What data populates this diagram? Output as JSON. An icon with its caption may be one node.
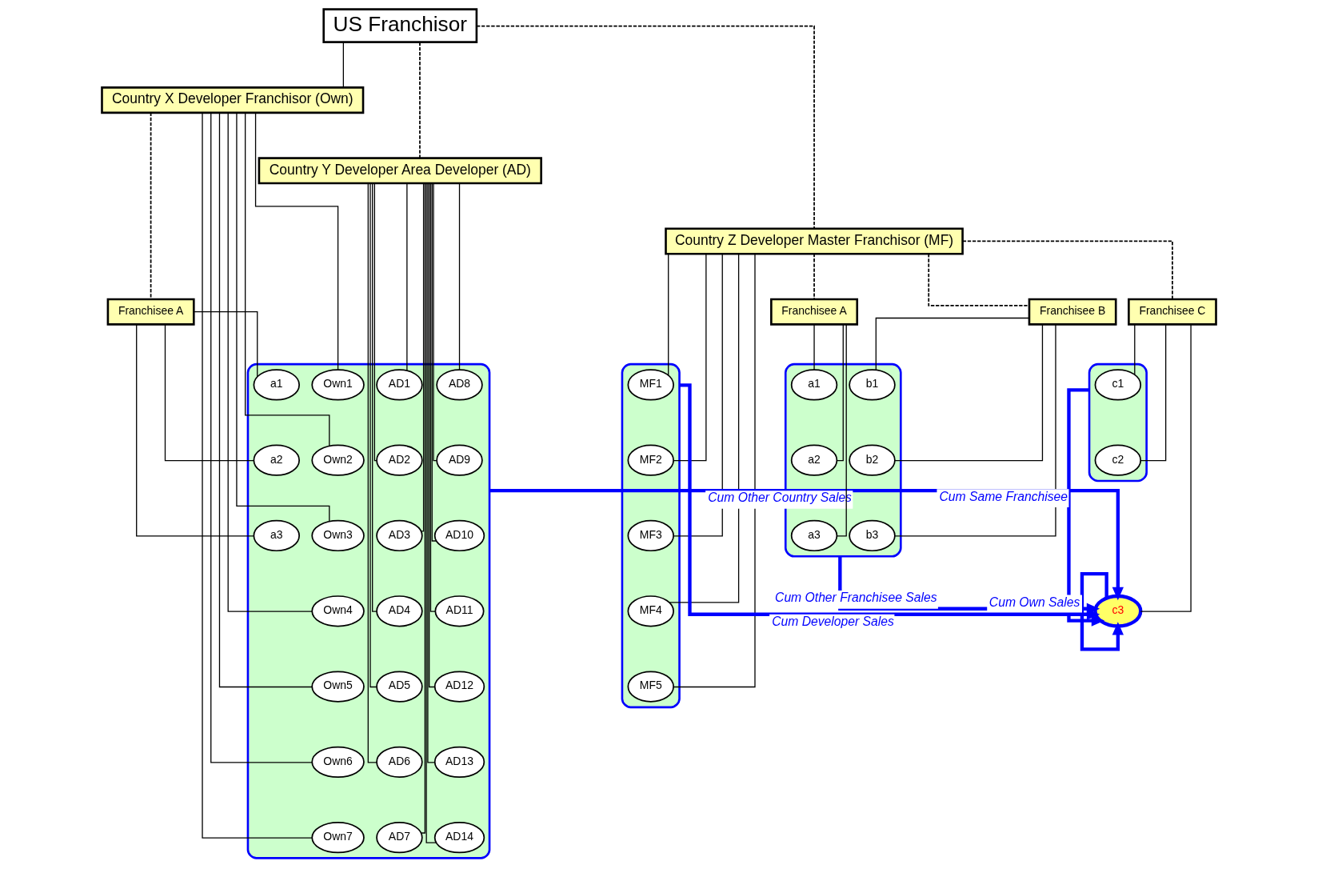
{
  "diagram": {
    "nodes": [
      {
        "text": [
          "US Franchisor"
        ]
      },
      {
        "text": [
          "Country X Developer Franchisor (Own)"
        ]
      },
      {
        "text": [
          "Country Y Developer Area Developer (AD)"
        ]
      },
      {
        "text": [
          "Country Z Developer Master Franchisor (MF)"
        ]
      },
      {
        "text": [
          "Franchisee A"
        ]
      },
      {
        "text": [],
        "shape": "box"
      },
      {
        "text": [
          "Own1"
        ],
        "in": 5
      },
      {
        "text": [
          "Own2"
        ],
        "in": 5
      },
      {
        "text": [
          "Own3"
        ],
        "in": 5
      },
      {
        "text": [
          "Own4"
        ],
        "in": 5
      },
      {
        "text": [
          "Own5"
        ],
        "in": 5
      },
      {
        "text": [
          "Own6"
        ],
        "in": 5
      },
      {
        "text": [
          "Own7"
        ],
        "in": 5
      },
      {
        "text": [
          "a1"
        ],
        "in": 5
      },
      {
        "text": [
          "a2"
        ],
        "in": 5
      },
      {
        "text": [
          "a3"
        ],
        "in": 5
      },
      {
        "text": [
          "AD1"
        ],
        "in": 5
      },
      {
        "text": [
          "AD2"
        ],
        "in": 5
      },
      {
        "text": [
          "AD3"
        ],
        "in": 5
      },
      {
        "text": [
          "AD4"
        ],
        "in": 5
      },
      {
        "text": [
          "AD5"
        ],
        "in": 5
      },
      {
        "text": [
          "AD6"
        ],
        "in": 5
      },
      {
        "text": [
          "AD7"
        ],
        "in": 5
      },
      {
        "text": [
          "AD8"
        ],
        "in": 5
      },
      {
        "text": [
          "AD9"
        ],
        "in": 5
      },
      {
        "text": [
          "AD10"
        ],
        "in": 5
      },
      {
        "text": [
          "AD11"
        ],
        "in": 5
      },
      {
        "text": [
          "AD12"
        ],
        "in": 5
      },
      {
        "text": [
          "AD13"
        ],
        "in": 5
      },
      {
        "text": [
          "AD14"
        ],
        "in": 5
      },
      {
        "text": [
          "Franchisee A"
        ]
      },
      {
        "text": [
          "Franchisee B"
        ]
      },
      {
        "text": [
          "Franchisee C"
        ]
      },
      {
        "text": [],
        "shape": "box"
      },
      {
        "text": [
          "a1"
        ],
        "in": 33
      },
      {
        "text": [
          "a2"
        ],
        "in": 33
      },
      {
        "text": [
          "a3"
        ],
        "in": 33
      },
      {
        "text": [
          "b1"
        ],
        "in": 33
      },
      {
        "text": [
          "b2"
        ],
        "in": 33
      },
      {
        "text": [
          "b3"
        ],
        "in": 33
      },
      {
        "text": [],
        "shape": "box"
      },
      {
        "text": [
          "c1"
        ],
        "in": 40
      },
      {
        "text": [
          "c2"
        ],
        "in": 40
      },
      {
        "text": [
          "c3"
        ]
      },
      {
        "text": [],
        "shape": "box"
      },
      {
        "text": [
          "MF1"
        ],
        "in": 44
      },
      {
        "text": [
          "MF2"
        ],
        "in": 44
      },
      {
        "text": [
          "MF3"
        ],
        "in": 44
      },
      {
        "text": [
          "MF4"
        ],
        "in": 44
      },
      {
        "text": [
          "MF5"
        ],
        "in": 44
      }
    ],
    "edges": [
      {
        "from": 0,
        "to": 1,
        "arrow": "none"
      },
      {
        "from": 0,
        "to": 2,
        "arrow": "none",
        "style": "dashed"
      },
      {
        "from": 0,
        "to": 3,
        "arrow": "none",
        "style": "dashed"
      },
      {
        "from": 1,
        "to": 4,
        "arrow": "none",
        "style": "dashed"
      },
      {
        "from": 1,
        "to": 6,
        "arrow": "none"
      },
      {
        "from": 1,
        "to": 7,
        "arrow": "none"
      },
      {
        "from": 1,
        "to": 8,
        "arrow": "none"
      },
      {
        "from": 1,
        "to": 9,
        "arrow": "none"
      },
      {
        "from": 1,
        "to": 10,
        "arrow": "none"
      },
      {
        "from": 1,
        "to": 11,
        "arrow": "none"
      },
      {
        "from": 1,
        "to": 12,
        "arrow": "none"
      },
      {
        "from": 4,
        "to": 13,
        "arrow": "none"
      },
      {
        "from": 4,
        "to": 14,
        "arrow": "none"
      },
      {
        "from": 4,
        "to": 15,
        "arrow": "none"
      },
      {
        "from": 2,
        "to": 16,
        "arrow": "none"
      },
      {
        "from": 2,
        "to": 17,
        "arrow": "none"
      },
      {
        "from": 2,
        "to": 18,
        "arrow": "none"
      },
      {
        "from": 2,
        "to": 19,
        "arrow": "none"
      },
      {
        "from": 2,
        "to": 20,
        "arrow": "none"
      },
      {
        "from": 2,
        "to": 21,
        "arrow": "none"
      },
      {
        "from": 2,
        "to": 22,
        "arrow": "none"
      },
      {
        "from": 2,
        "to": 23,
        "arrow": "none"
      },
      {
        "from": 2,
        "to": 24,
        "arrow": "none"
      },
      {
        "from": 2,
        "to": 25,
        "arrow": "none"
      },
      {
        "from": 2,
        "to": 26,
        "arrow": "none"
      },
      {
        "from": 2,
        "to": 27,
        "arrow": "none"
      },
      {
        "from": 2,
        "to": 28,
        "arrow": "none"
      },
      {
        "from": 2,
        "to": 29,
        "arrow": "none"
      },
      {
        "from": 3,
        "to": 30,
        "arrow": "none",
        "style": "dashed"
      },
      {
        "from": 3,
        "to": 31,
        "arrow": "none",
        "style": "dashed"
      },
      {
        "from": 3,
        "to": 32,
        "arrow": "none",
        "style": "dashed"
      },
      {
        "from": 30,
        "to": 34,
        "arrow": "none"
      },
      {
        "from": 30,
        "to": 35,
        "arrow": "none"
      },
      {
        "from": 30,
        "to": 36,
        "arrow": "none"
      },
      {
        "from": 31,
        "to": 37,
        "arrow": "none"
      },
      {
        "from": 31,
        "to": 38,
        "arrow": "none"
      },
      {
        "from": 31,
        "to": 39,
        "arrow": "none"
      },
      {
        "from": 32,
        "to": 41,
        "arrow": "none"
      },
      {
        "from": 32,
        "to": 42,
        "arrow": "none"
      },
      {
        "from": 32,
        "to": 43,
        "arrow": "none"
      },
      {
        "from": 3,
        "to": 45,
        "arrow": "none"
      },
      {
        "from": 3,
        "to": 46,
        "arrow": "none"
      },
      {
        "from": 3,
        "to": 47,
        "arrow": "none"
      },
      {
        "from": 3,
        "to": 48,
        "arrow": "none"
      },
      {
        "from": 3,
        "to": 49,
        "arrow": "none"
      },
      {
        "from": 40,
        "to": 43,
        "arrow": "to",
        "label": "Cum Same Franchisee",
        "style": "thick",
        "color": "#0000ff"
      },
      {
        "from": 33,
        "to": 43,
        "arrow": "to",
        "label": "Cum Other Franchisee Sales",
        "style": "thick",
        "color": "#0000ff"
      },
      {
        "from": 5,
        "to": 43,
        "arrow": "to",
        "label": "Cum Other Country Sales",
        "style": "thick",
        "color": "#0000ff"
      },
      {
        "from": 44,
        "to": 43,
        "arrow": "to",
        "label": "Cum Developer Sales",
        "style": "thick",
        "color": "#0000ff"
      },
      {
        "from": 43,
        "to": 43,
        "arrow": "to",
        "label": "Cum Own Sales",
        "style": "thick",
        "color": "#0000ff"
      }
    ]
  }
}
